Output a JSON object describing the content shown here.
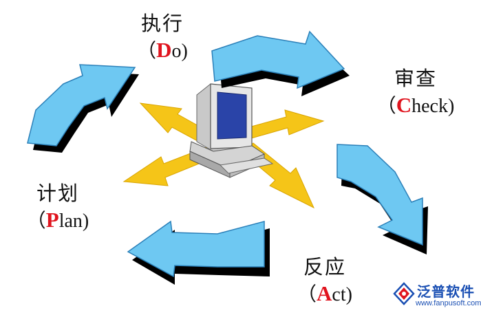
{
  "stages": {
    "do": {
      "zh": "执行",
      "open": "（",
      "initial": "D",
      "rest": "o",
      "close": ")"
    },
    "check": {
      "zh": "审查",
      "open": "（",
      "initial": "C",
      "rest": "heck",
      "close": ")"
    },
    "plan": {
      "zh": "计划",
      "open": "（",
      "initial": "P",
      "rest": "lan",
      "close": ")"
    },
    "act": {
      "zh": "反应",
      "open": "（",
      "initial": "A",
      "rest": "ct",
      "close": ")"
    }
  },
  "center_icon": "computer-icon",
  "watermark": {
    "brand": "泛普软件",
    "domain": "www.fanpusoft.com"
  },
  "colors": {
    "cycle_arrow": "#6ec8f2",
    "cycle_arrow_stroke": "#2a7fb8",
    "shadow": "#000000",
    "radial_arrow": "#f5c518",
    "initial_letter": "#e0141e",
    "brand": "#1a4fb3"
  }
}
